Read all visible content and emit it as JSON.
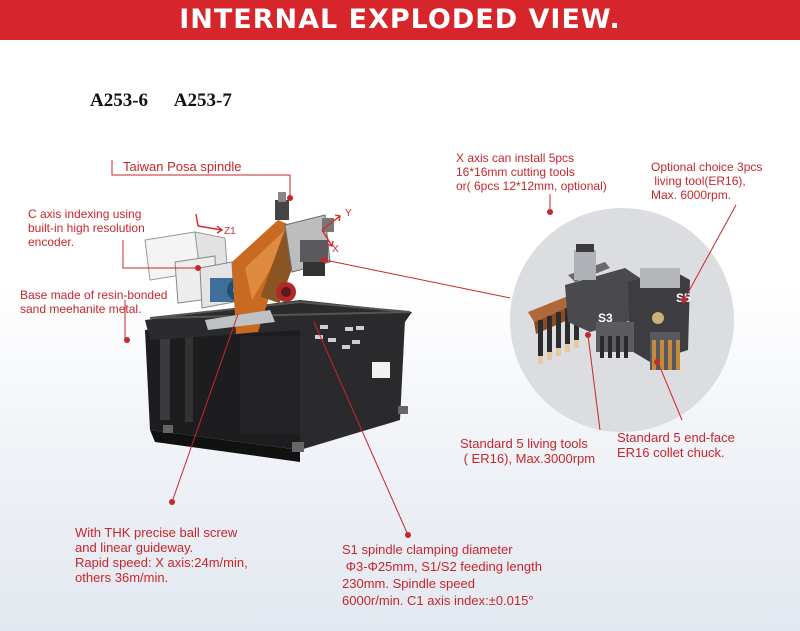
{
  "banner_title": "INTERNAL EXPLODED VIEW.",
  "models": [
    "A253-6",
    "A253-7"
  ],
  "colors": {
    "banner": "#d7262b",
    "callout": "#c8262b",
    "frame": "#1b1b1d",
    "slide": "#c8641e",
    "circle": "#dadbdd"
  },
  "axis_labels": {
    "y": "Y",
    "x": "X",
    "z1": "Z1"
  },
  "labels": {
    "spindle": "Taiwan Posa spindle",
    "c_axis": "C axis indexing using\nbuilt-in high resolution\nencoder.",
    "base": "Base made of resin-bonded\nsand meehanite metal.",
    "x_axis": "X axis can install 5pcs\n16*16mm cutting tools\nor( 6pcs 12*12mm, optional)",
    "optional": "Optional choice 3pcs\n living tool(ER16),\nMax. 6000rpm.",
    "living": "Standard 5 living tools\n ( ER16), Max.3000rpm",
    "endface": "Standard 5 end-face\nER16 collet chuck.",
    "ballscrew": "With THK precise ball screw\nand linear guideway.\nRapid speed: X axis:24m/min,\nothers 36m/min.",
    "clamping": "S1 spindle clamping diameter\n Φ3-Φ25mm, S1/S2 feeding length\n230mm. Spindle speed\n6000r/min. C1 axis index:±0.015°"
  },
  "station_tags": {
    "s3": "S3",
    "s5": "S5"
  }
}
